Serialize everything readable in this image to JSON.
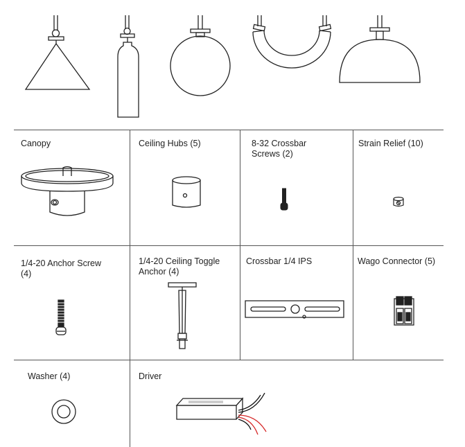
{
  "parts": {
    "canopy": "Canopy",
    "ceiling_hubs": "Ceiling Hubs (5)",
    "crossbar_screws": "8-32 Crossbar Screws (2)",
    "strain_relief": "Strain Relief (10)",
    "anchor_screw": "1/4-20 Anchor Screw (4)",
    "toggle_anchor": "1/4-20 Ceiling Toggle Anchor (4)",
    "crossbar": "Crossbar 1/4 IPS",
    "wago": "Wago Connector (5)",
    "washer": "Washer (4)",
    "driver": "Driver"
  },
  "colors": {
    "line": "#222222",
    "rule": "#555555",
    "wire_red": "#d62828",
    "wire_black": "#111111"
  }
}
